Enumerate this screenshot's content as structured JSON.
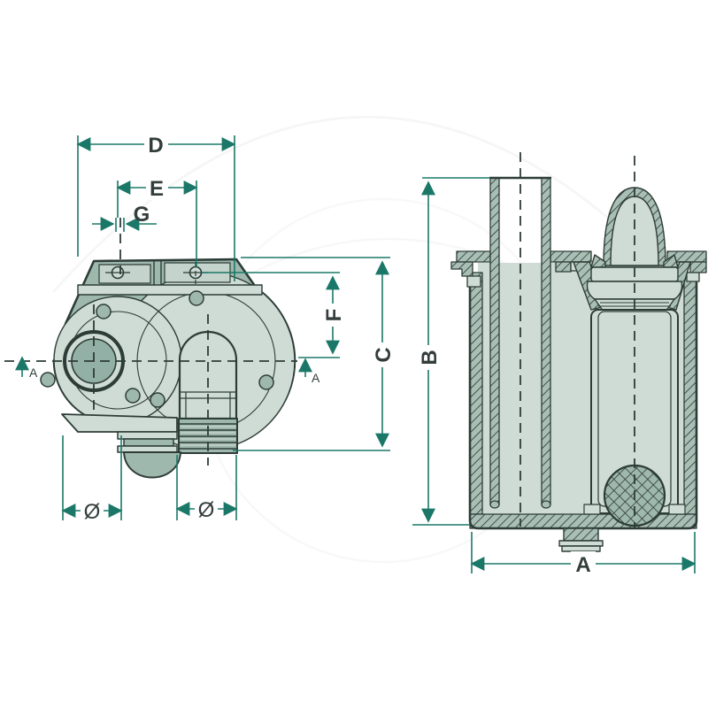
{
  "drawing": {
    "type": "technical-drawing",
    "description": "Two-view engineering drawing of a water strainer: front view with dimension letters and sectioned side view",
    "front_view": {
      "dims": {
        "d": "D",
        "e": "E",
        "g": "G",
        "f": "F",
        "c": "C"
      },
      "diameters": {
        "left": "Ø",
        "right": "Ø"
      },
      "section_markers": {
        "left": "A",
        "right": "A"
      }
    },
    "side_view": {
      "dims": {
        "b": "B",
        "a": "A"
      }
    },
    "colors": {
      "dimension_line": "#1b7868",
      "outline": "#2d3c37",
      "fill_light": "#cfdbd5",
      "fill_mid": "#9fb8ae",
      "hatch_base": "#a9bfb6",
      "label_text": "#333d3b",
      "background": "#ffffff"
    }
  }
}
